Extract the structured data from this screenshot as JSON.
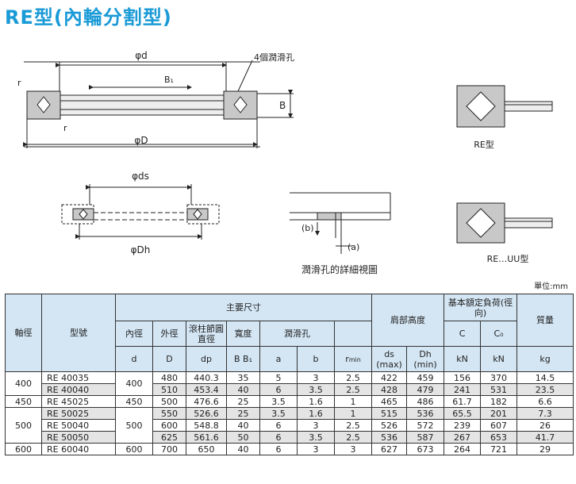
{
  "title": "RE型(內輪分割型)",
  "diagram": {
    "label_d": "φd",
    "label_b1": "B₁",
    "label_lube": "4個潤滑孔",
    "label_r": "r",
    "label_B": "B",
    "label_D": "φD",
    "label_ds": "φds",
    "label_Dh": "φDh",
    "label_b": "(b)",
    "label_a": "(a)",
    "caption_detail": "潤滑孔的詳細視圖",
    "caption_re": "RE型",
    "caption_reuu": "RE…UU型"
  },
  "unit": "單位:mm",
  "table": {
    "h_shaft": "軸徑",
    "h_model": "型號",
    "h_main": "主要尺寸",
    "h_shoulder": "肩部高度",
    "h_load": "基本額定負荷(徑向)",
    "h_mass": "質量",
    "h_inner": "內徑",
    "h_outer": "外徑",
    "h_roller": "滾柱節圓直徑",
    "h_width": "寬度",
    "h_lube": "潤滑孔",
    "h_C": "C",
    "h_C0": "C₀",
    "s_d": "d",
    "s_D": "D",
    "s_dp": "dp",
    "s_B": "B B₁",
    "s_a": "a",
    "s_b": "b",
    "s_r": "r",
    "s_rmin": "min",
    "s_ds": "ds",
    "s_dsmax": "(max)",
    "s_Dh": "Dh",
    "s_Dhmin": "(min)",
    "s_kN1": "kN",
    "s_kN2": "kN",
    "s_kg": "kg",
    "rows": [
      {
        "shaft": "400",
        "model": "RE 40035",
        "d": "400",
        "D": "480",
        "dp": "440.3",
        "B": "35",
        "a": "5",
        "b": "3",
        "r": "2.5",
        "ds": "422",
        "Dh": "459",
        "C": "156",
        "C0": "370",
        "kg": "14.5"
      },
      {
        "model": "RE 40040",
        "D": "510",
        "dp": "453.4",
        "B": "40",
        "a": "6",
        "b": "3.5",
        "r": "2.5",
        "ds": "428",
        "Dh": "479",
        "C": "241",
        "C0": "531",
        "kg": "23.5"
      },
      {
        "shaft": "450",
        "model": "RE 45025",
        "d": "450",
        "D": "500",
        "dp": "476.6",
        "B": "25",
        "a": "3.5",
        "b": "1.6",
        "r": "1",
        "ds": "465",
        "Dh": "486",
        "C": "61.7",
        "C0": "182",
        "kg": "6.6"
      },
      {
        "shaft": "500",
        "model": "RE 50025",
        "d": "500",
        "D": "550",
        "dp": "526.6",
        "B": "25",
        "a": "3.5",
        "b": "1.6",
        "r": "1",
        "ds": "515",
        "Dh": "536",
        "C": "65.5",
        "C0": "201",
        "kg": "7.3"
      },
      {
        "model": "RE 50040",
        "D": "600",
        "dp": "548.8",
        "B": "40",
        "a": "6",
        "b": "3",
        "r": "2.5",
        "ds": "526",
        "Dh": "572",
        "C": "239",
        "C0": "607",
        "kg": "26"
      },
      {
        "model": "RE 50050",
        "D": "625",
        "dp": "561.6",
        "B": "50",
        "a": "6",
        "b": "3.5",
        "r": "2.5",
        "ds": "536",
        "Dh": "587",
        "C": "267",
        "C0": "653",
        "kg": "41.7"
      },
      {
        "shaft": "600",
        "model": "RE 60040",
        "d": "600",
        "D": "700",
        "dp": "650",
        "B": "40",
        "a": "6",
        "b": "3",
        "r": "3",
        "ds": "627",
        "Dh": "673",
        "C": "264",
        "C0": "721",
        "kg": "29"
      }
    ]
  }
}
